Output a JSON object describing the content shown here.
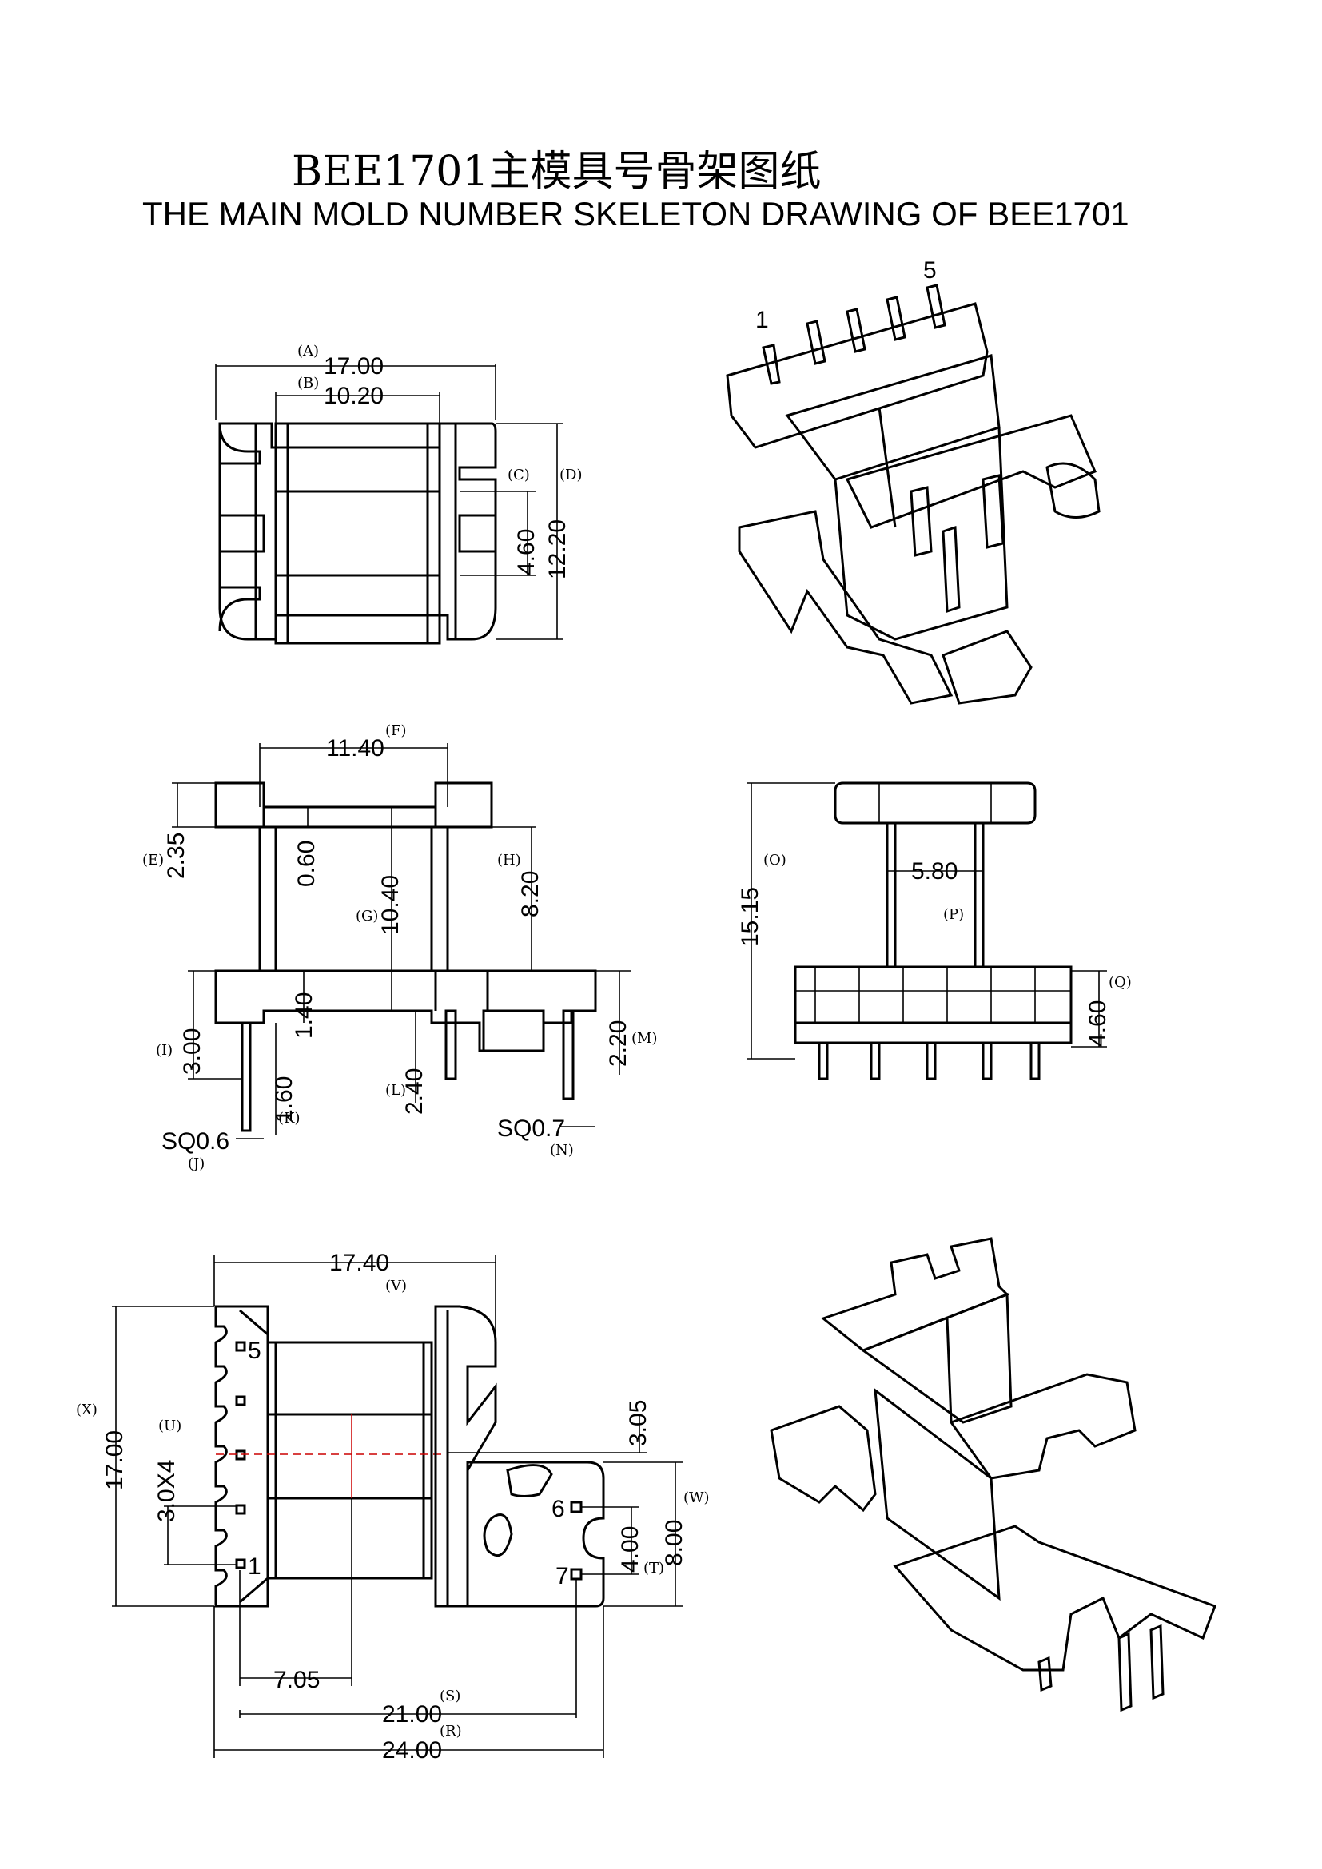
{
  "title": {
    "chinese": "BEE1701主模具号骨架图纸",
    "english": "THE MAIN MOLD NUMBER SKELETON DRAWING OF BEE1701"
  },
  "top_view": {
    "dims": [
      {
        "label": "(A)",
        "value": "17.00"
      },
      {
        "label": "(B)",
        "value": "10.20"
      },
      {
        "label": "(C)",
        "value": "4.60"
      },
      {
        "label": "(D)",
        "value": "12.20"
      }
    ]
  },
  "iso_view_top": {
    "pin_labels": [
      "1",
      "5"
    ]
  },
  "front_view": {
    "dims": [
      {
        "label": "(F)",
        "value": "11.40"
      },
      {
        "label": "(E)",
        "value": "2.35"
      },
      {
        "label": "",
        "value": "0.60"
      },
      {
        "label": "(G)",
        "value": "10.40"
      },
      {
        "label": "(H)",
        "value": "8.20"
      },
      {
        "label": "(I)",
        "value": "3.00"
      },
      {
        "label": "",
        "value": "1.40"
      },
      {
        "label": "(K)",
        "value": "1.60"
      },
      {
        "label": "(L)",
        "value": "2.40"
      },
      {
        "label": "(M)",
        "value": "2.20"
      },
      {
        "label": "(J)",
        "value": "SQ0.6"
      },
      {
        "label": "(N)",
        "value": "SQ0.7"
      }
    ]
  },
  "side_view": {
    "dims": [
      {
        "label": "(O)",
        "value": "15.15"
      },
      {
        "label": "(P)",
        "value": "5.80"
      },
      {
        "label": "(Q)",
        "value": "4.60"
      }
    ]
  },
  "bottom_view": {
    "dims": [
      {
        "label": "(V)",
        "value": "17.40"
      },
      {
        "label": "(X)",
        "value": "17.00"
      },
      {
        "label": "(U)",
        "value": "3.0X4"
      },
      {
        "label": "",
        "value": "3.05"
      },
      {
        "label": "(W)",
        "value": "8.00"
      },
      {
        "label": "(T)",
        "value": "4.00"
      },
      {
        "label": "",
        "value": "7.05"
      },
      {
        "label": "(S)",
        "value": "21.00"
      },
      {
        "label": "(R)",
        "value": "24.00"
      }
    ],
    "pin_labels": [
      "5",
      "1",
      "6",
      "7"
    ]
  }
}
